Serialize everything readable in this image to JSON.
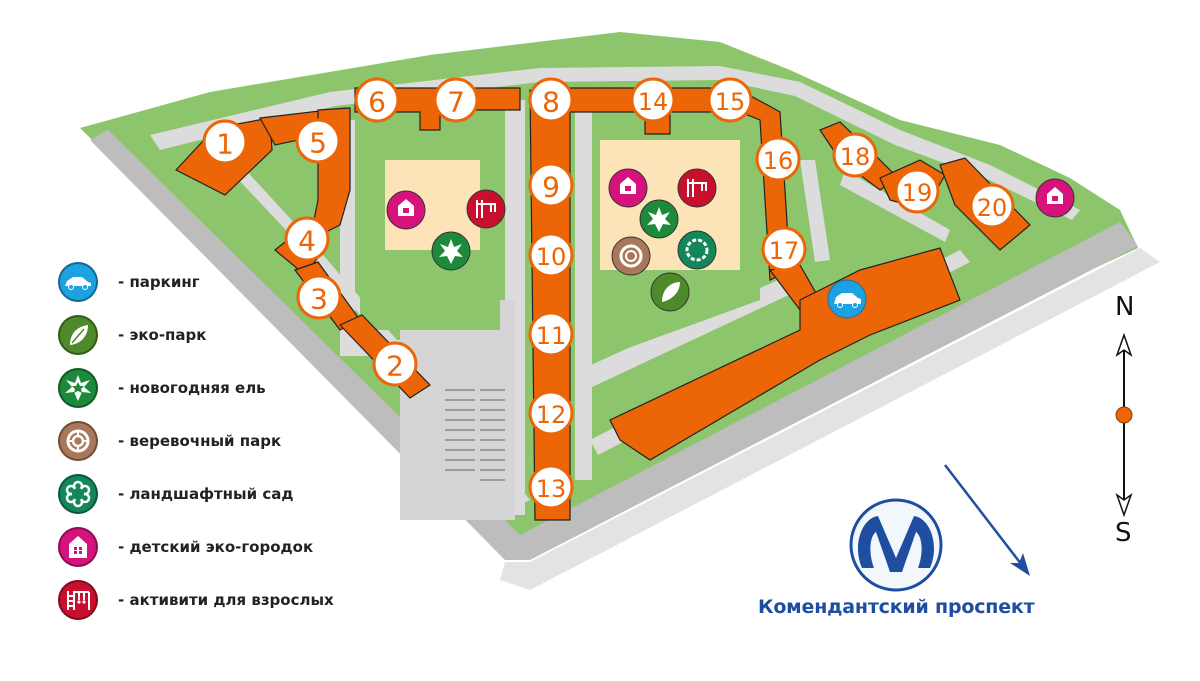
{
  "map": {
    "buildings": [
      {
        "number": "1"
      },
      {
        "number": "2"
      },
      {
        "number": "3"
      },
      {
        "number": "4"
      },
      {
        "number": "5"
      },
      {
        "number": "6"
      },
      {
        "number": "7"
      },
      {
        "number": "8"
      },
      {
        "number": "9"
      },
      {
        "number": "10"
      },
      {
        "number": "11"
      },
      {
        "number": "12"
      },
      {
        "number": "13"
      },
      {
        "number": "14"
      },
      {
        "number": "15"
      },
      {
        "number": "16"
      },
      {
        "number": "17"
      },
      {
        "number": "18"
      },
      {
        "number": "19"
      },
      {
        "number": "20"
      }
    ],
    "colors": {
      "building": "#ec6608",
      "grass": "#8dc56c",
      "road": "#d9d9d9",
      "path": "#fde3b8",
      "parking_blue": "#1ea1e0",
      "eco_park": "#4f8a2a",
      "new_year_tree": "#1d8a3b",
      "rope_park": "#a9785a",
      "landscape_garden": "#13875a",
      "kids_town": "#d6137d",
      "adult_activity": "#c8102e",
      "metro_blue": "#1f4ea1"
    }
  },
  "legend": {
    "items": [
      {
        "icon": "car-icon",
        "label": "- паркинг"
      },
      {
        "icon": "leaf-icon",
        "label": "- эко-парк"
      },
      {
        "icon": "star-burst-icon",
        "label": "- новогодняя ель"
      },
      {
        "icon": "rope-knot-icon",
        "label": "- веревочный парк"
      },
      {
        "icon": "flower-icon",
        "label": "- ландшафтный сад"
      },
      {
        "icon": "house-icon",
        "label": "- детский эко-городок"
      },
      {
        "icon": "gym-bars-icon",
        "label": "- активити для взрослых"
      }
    ]
  },
  "metro": {
    "station": "Комендантский проспект",
    "logo_letter": "M"
  },
  "compass": {
    "north": "N",
    "south": "S"
  }
}
